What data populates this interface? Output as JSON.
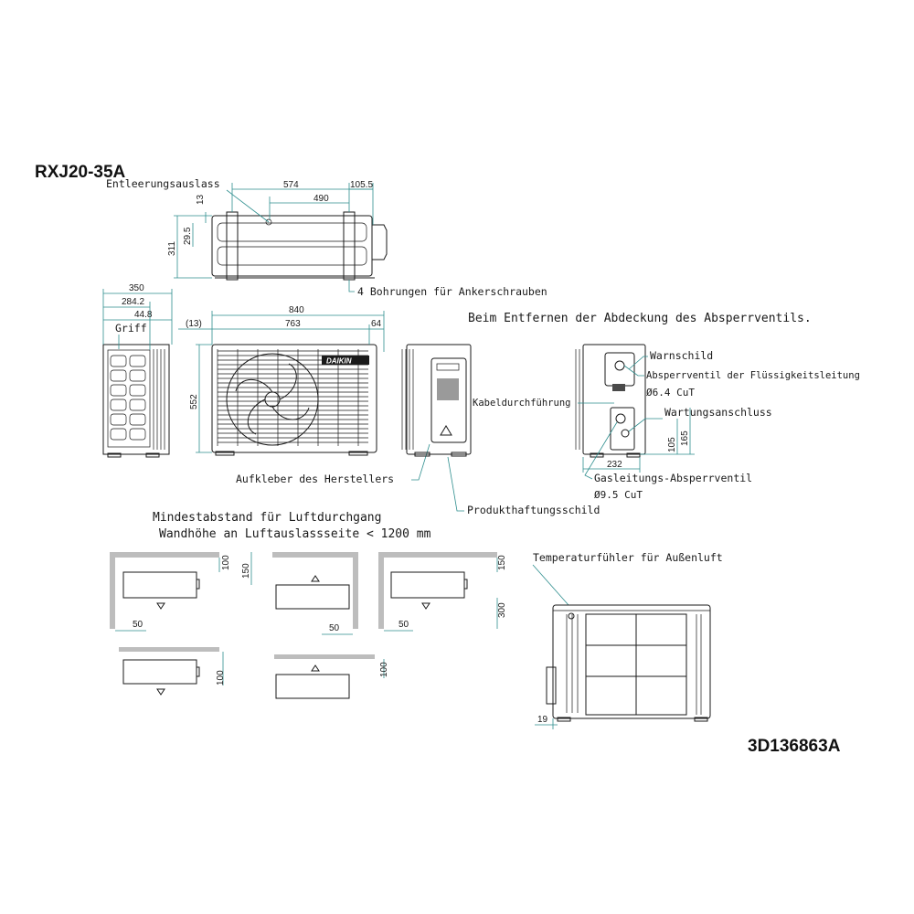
{
  "header": {
    "model": "RXJ20-35A",
    "doc_id": "3D136863A"
  },
  "labels": {
    "drain_outlet": "Entleerungsauslass",
    "anchor_holes": "4 Bohrungen für Ankerschrauben",
    "handle": "Griff",
    "valve_cover_note": "Beim Entfernen der Abdeckung des Absperrventils.",
    "warning_label": "Warnschild",
    "liquid_valve": "Absperrventil der Flüssigkeitsleitung",
    "liquid_spec": "Ø6.4 CuT",
    "cable_entry": "Kabeldurchführung",
    "service_port": "Wartungsanschluss",
    "gas_valve": "Gasleitungs-Absperrventil",
    "gas_spec": "Ø9.5 CuT",
    "manufacturer_sticker": "Aufkleber des Herstellers",
    "product_liability": "Produkthaftungsschild",
    "min_clearance": "Mindestabstand für Luftdurchgang",
    "wall_height": "Wandhöhe an Luftauslassseite < 1200 mm",
    "temp_sensor": "Temperaturfühler für Außenluft",
    "brand": "DAIKIN"
  },
  "dimensions": {
    "top_574": "574",
    "top_490": "490",
    "top_1055": "105.5",
    "top_13": "13",
    "top_295": "29.5",
    "top_311": "311",
    "side_350": "350",
    "side_2842": "284.2",
    "side_448": "44.8",
    "front_13": "(13)",
    "front_840": "840",
    "front_763": "763",
    "front_64": "64",
    "front_552": "552",
    "valve_232": "232",
    "valve_105": "105",
    "valve_165": "165",
    "c1_100": "100",
    "c1_50": "50",
    "c2_150": "150",
    "c2_50": "50",
    "c3_150": "150",
    "c3_300": "300",
    "c3_50": "50",
    "c4_100": "100",
    "c5_100": "100",
    "rear_19": "19"
  }
}
